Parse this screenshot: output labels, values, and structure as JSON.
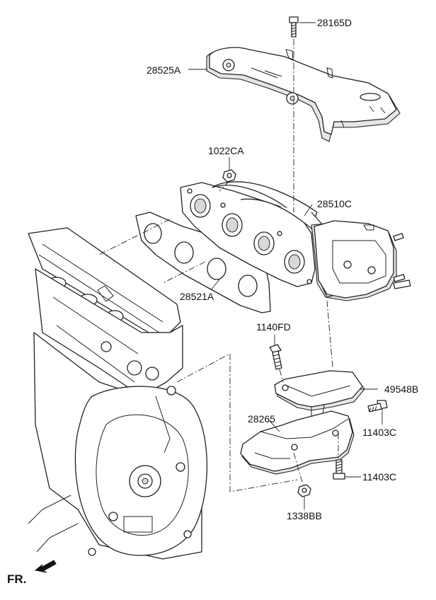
{
  "parts": {
    "p28165D": "28165D",
    "p28525A": "28525A",
    "p1022CA": "1022CA",
    "p28510C": "28510C",
    "p28521A": "28521A",
    "p1140FD": "1140FD",
    "p49548B": "49548B",
    "p28265": "28265",
    "p11403C_upper": "11403C",
    "p11403C_lower": "11403C",
    "p1338BB": "1338BB"
  },
  "front_marker": "FR."
}
